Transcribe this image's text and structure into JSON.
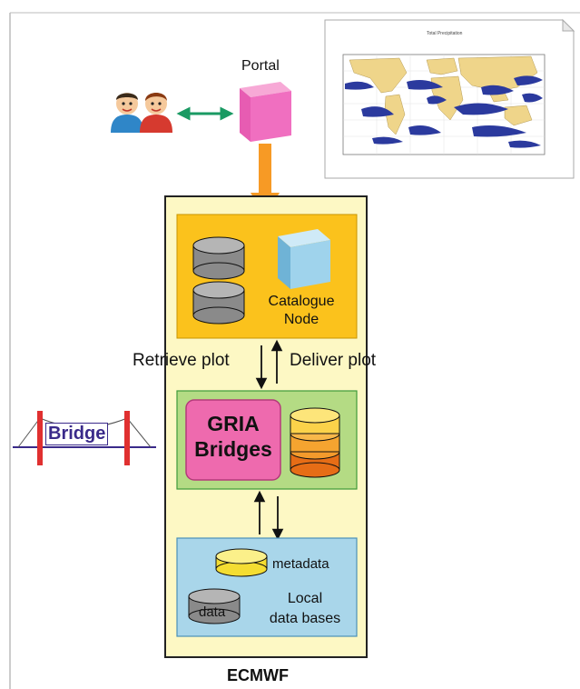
{
  "portal": {
    "label": "Portal"
  },
  "catalogue": {
    "line1": "Catalogue",
    "line2": "Node"
  },
  "flows": {
    "retrieve": "Retrieve plot",
    "deliver": "Deliver plot"
  },
  "gria": {
    "line1": "GRIA",
    "line2": "Bridges"
  },
  "bridge_logo": {
    "text": "Bridge"
  },
  "databases": {
    "metadata": "metadata",
    "data": "data",
    "line1": "Local",
    "line2": "data bases"
  },
  "site": {
    "label": "ECMWF"
  },
  "map_thumbnail": {
    "title": "Total Precipitation"
  },
  "colors": {
    "ecmwf_panel": "#fdf8c4",
    "catalogue_panel": "#fbc21c",
    "gria_panel": "#b4db84",
    "database_panel": "#a9d6ea",
    "portal_cube": "#f06fc0",
    "orange_arrow": "#f79a25",
    "gria_box": "#ee6aae",
    "users_arrow": "#1a9a63"
  }
}
